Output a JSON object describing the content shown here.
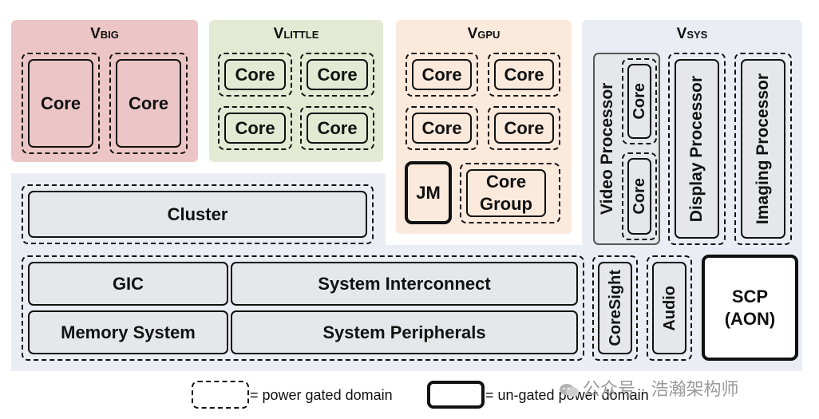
{
  "domains": {
    "big": {
      "prefix": "V",
      "sub": "BIG"
    },
    "little": {
      "prefix": "V",
      "sub": "LITTLE"
    },
    "gpu": {
      "prefix": "V",
      "sub": "GPU"
    },
    "sys": {
      "prefix": "V",
      "sub": "SYS"
    }
  },
  "labels": {
    "core": "Core",
    "jm": "JM",
    "core_group": "Core Group",
    "video_processor": "Video Processor",
    "display_processor": "Display Processor",
    "imaging_processor": "Imaging Processor",
    "cluster": "Cluster",
    "gic": "GIC",
    "system_interconnect": "System Interconnect",
    "memory_system": "Memory System",
    "system_peripherals": "System Peripherals",
    "coresight": "CoreSight",
    "audio": "Audio",
    "scp_line1": "SCP",
    "scp_line2": "(AON)"
  },
  "legend": {
    "power_gated": "= power gated domain",
    "ungated": "= un-gated power domain"
  },
  "watermark": "公众号 · 浩瀚架构师",
  "colors": {
    "big_bg": "#ecc6c6",
    "little_bg": "#e2ead3",
    "gpu_bg": "#fbe9dc",
    "sys_bg": "#eaeef4",
    "box_fill": "#e6e7ea"
  }
}
